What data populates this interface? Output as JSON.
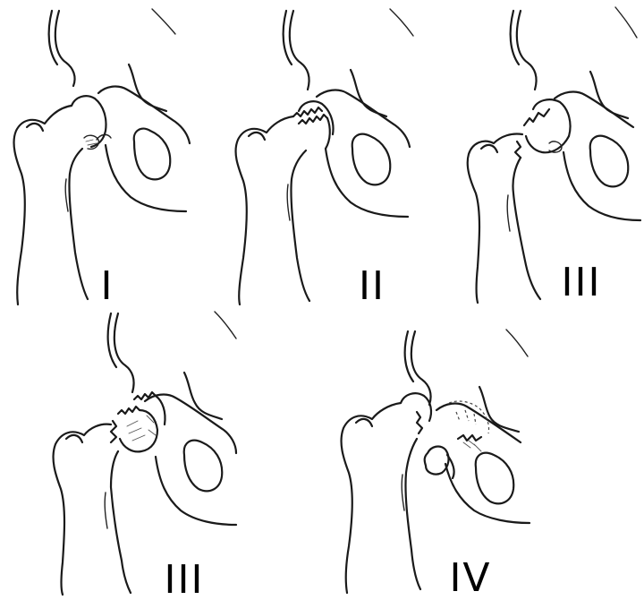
{
  "panels": [
    {
      "label": "I"
    },
    {
      "label": "II"
    },
    {
      "label": "III"
    },
    {
      "label": "III"
    },
    {
      "label": "IV"
    }
  ]
}
